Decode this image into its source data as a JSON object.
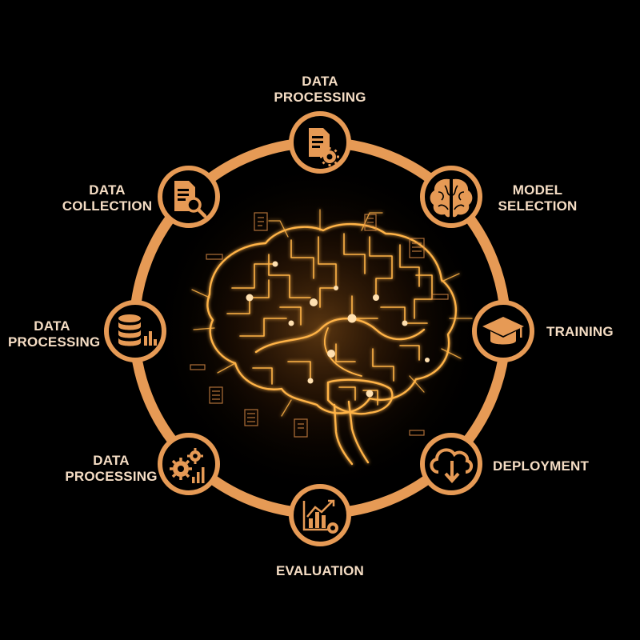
{
  "colors": {
    "background": "#000000",
    "ring": "#e69a55",
    "node_fill": "#000000",
    "glow": "#ffb347",
    "label": "#f5ddc4"
  },
  "nodes": [
    {
      "id": "top",
      "label": [
        "DATA",
        "PROCESSING"
      ],
      "icon": "document-gear-icon"
    },
    {
      "id": "upper-right",
      "label": [
        "MODEL",
        "SELECTION"
      ],
      "icon": "brain-icon"
    },
    {
      "id": "right",
      "label": [
        "TRAINING"
      ],
      "icon": "graduation-cap-icon"
    },
    {
      "id": "lower-right",
      "label": [
        "DEPLOYMENT"
      ],
      "icon": "cloud-download-icon"
    },
    {
      "id": "bottom",
      "label": [
        "EVALUATION"
      ],
      "icon": "chart-gear-icon"
    },
    {
      "id": "lower-left",
      "label": [
        "DATA",
        "PROCESSING"
      ],
      "icon": "gears-chart-icon"
    },
    {
      "id": "left",
      "label": [
        "DATA",
        "PROCESSING"
      ],
      "icon": "database-chart-icon"
    },
    {
      "id": "upper-left",
      "label": [
        "DATA",
        "COLLECTION"
      ],
      "icon": "document-search-icon"
    }
  ],
  "center": {
    "icon": "circuit-brain-icon"
  }
}
